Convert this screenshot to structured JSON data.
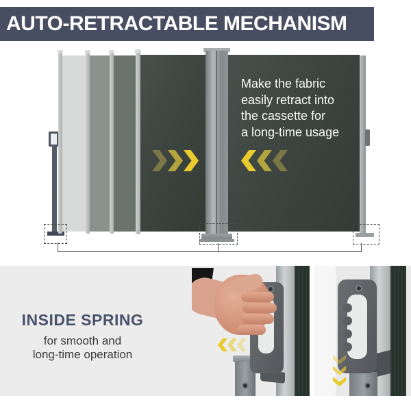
{
  "banner": {
    "title": "AUTO-RETRACTABLE MECHANISM"
  },
  "diagram": {
    "caption_lines": [
      "Make the fabric",
      "easily retract into",
      "the cassette for",
      "a long-time usage"
    ]
  },
  "bottom": {
    "heading": "INSIDE SPRING",
    "subtext_line1": "for smooth and",
    "subtext_line2": "long-time operation"
  },
  "icons": {
    "retract_right": "chevron-right-icon",
    "retract_left": "chevron-left-icon",
    "pull_left": "chevron-left-icon",
    "slide_down": "chevron-down-icon"
  },
  "colors": {
    "banner_bg": "#474e62",
    "accent_yellow": "#e9cb2d",
    "accent_mid_yellow": "#b3a53d",
    "accent_olive": "#7b7747",
    "fabric_dark": "#3e4540",
    "heading_blue": "#49526b",
    "section_bg": "#ececec"
  }
}
